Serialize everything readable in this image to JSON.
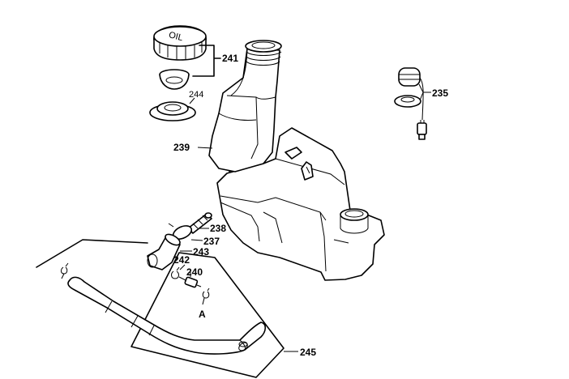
{
  "diagram": {
    "cap_text": "OIL",
    "labels": {
      "p241": "241",
      "p244": "244",
      "p235": "235",
      "p239": "239",
      "p238": "238",
      "p237": "237",
      "p243": "243",
      "p242": "242",
      "p240": "240",
      "pA": "A",
      "p245": "245"
    }
  }
}
